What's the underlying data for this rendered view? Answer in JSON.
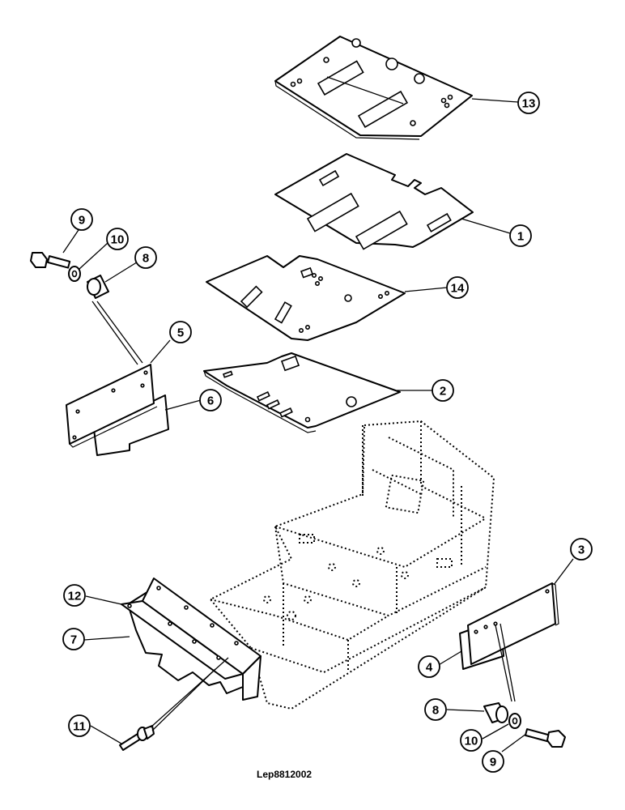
{
  "figure_code": "Lep8812002",
  "callouts": {
    "c13": "13",
    "c1": "1",
    "c14": "14",
    "c2": "2",
    "c9a": "9",
    "c10a": "10",
    "c8a": "8",
    "c5": "5",
    "c6": "6",
    "c3": "3",
    "c4": "4",
    "c12": "12",
    "c7": "7",
    "c11": "11",
    "c8b": "8",
    "c10b": "10",
    "c9b": "9"
  }
}
